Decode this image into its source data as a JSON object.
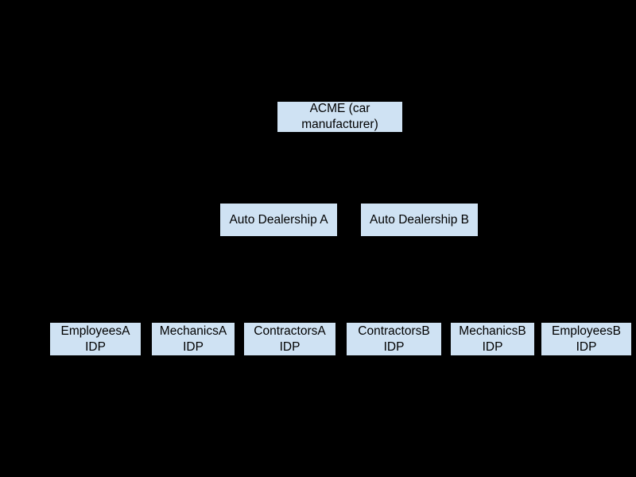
{
  "colors": {
    "background": "#000000",
    "node_fill": "#cfe2f3",
    "node_border": "#000000",
    "node_text": "#000000"
  },
  "diagram": {
    "type": "hierarchy",
    "rows": [
      {
        "nodes": [
          {
            "id": "acme",
            "label": "ACME (car\nmanufacturer)"
          }
        ]
      },
      {
        "nodes": [
          {
            "id": "auto-dealership-a",
            "label": "Auto Dealership A"
          },
          {
            "id": "auto-dealership-b",
            "label": "Auto Dealership B"
          }
        ]
      },
      {
        "nodes": [
          {
            "id": "employees-a-idp",
            "label": "EmployeesA\nIDP"
          },
          {
            "id": "mechanics-a-idp",
            "label": "MechanicsA\nIDP"
          },
          {
            "id": "contractors-a-idp",
            "label": "ContractorsA\nIDP"
          },
          {
            "id": "contractors-b-idp",
            "label": "ContractorsB\nIDP"
          },
          {
            "id": "mechanics-b-idp",
            "label": "MechanicsB\nIDP"
          },
          {
            "id": "employees-b-idp",
            "label": "EmployeesB\nIDP"
          }
        ]
      }
    ]
  }
}
